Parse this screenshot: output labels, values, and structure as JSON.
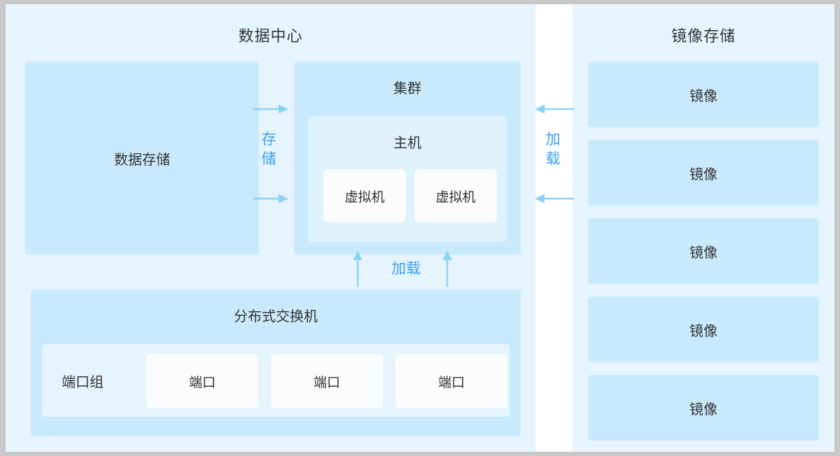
{
  "diagram": {
    "title_implicit": "",
    "colors": {
      "panel_bg": "#e5f4fd",
      "box_mid": "#c9eafd",
      "box_light": "#dff1fd",
      "box_white": "#fafcfe",
      "arrow": "#8ad2f5",
      "label_blue": "#3aa0f3",
      "text": "#333333",
      "page_bg": "#c8c8c8",
      "gap": "#ffffff"
    }
  },
  "datacenter": {
    "title": "数据中心",
    "data_store": {
      "label": "数据存储"
    },
    "cluster": {
      "label": "集群",
      "host": {
        "label": "主机",
        "vms": [
          {
            "label": "虚拟机"
          },
          {
            "label": "虚拟机"
          }
        ]
      }
    },
    "distributed_switch": {
      "label": "分布式交换机",
      "port_group": {
        "label": "端口组",
        "ports": [
          {
            "label": "端口"
          },
          {
            "label": "端口"
          },
          {
            "label": "端口"
          }
        ]
      }
    }
  },
  "image_store": {
    "title": "镜像存储",
    "images": [
      {
        "label": "镜像"
      },
      {
        "label": "镜像"
      },
      {
        "label": "镜像"
      },
      {
        "label": "镜像"
      },
      {
        "label": "镜像"
      }
    ]
  },
  "connectors": {
    "storage": {
      "label": "存储",
      "char_1": "存",
      "char_2": "储",
      "direction": "right",
      "count": 2
    },
    "load_right": {
      "label": "加载",
      "char_1": "加",
      "char_2": "载",
      "direction": "left",
      "count": 2
    },
    "load_bottom": {
      "label": "加载",
      "direction": "up",
      "count": 2
    }
  }
}
